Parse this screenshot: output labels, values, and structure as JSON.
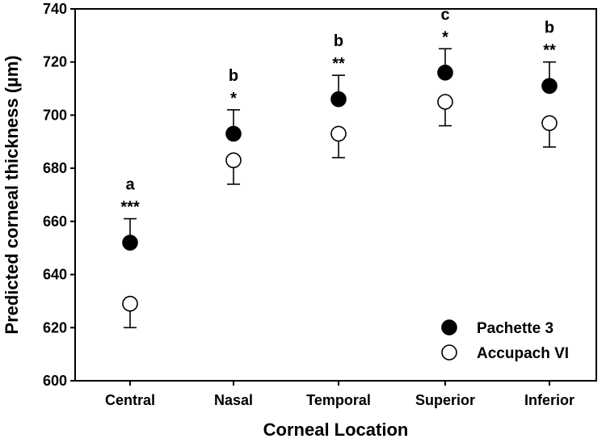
{
  "chart_data": {
    "type": "scatter",
    "xlabel": "Corneal Location",
    "ylabel": "Predicted corneal thickness (µm)",
    "ylim": [
      600,
      740
    ],
    "yticks": [
      600,
      620,
      640,
      660,
      680,
      700,
      720,
      740
    ],
    "categories": [
      "Central",
      "Nasal",
      "Temporal",
      "Superior",
      "Inferior"
    ],
    "grid": false,
    "legend_position": "bottom-right",
    "series": [
      {
        "name": "Pachette 3",
        "marker": "filled-circle",
        "color": "#000000",
        "values": [
          652,
          693,
          706,
          716,
          711
        ],
        "error_upper": [
          661,
          702,
          715,
          725,
          720
        ]
      },
      {
        "name": "Accupach VI",
        "marker": "open-circle",
        "color": "#000000",
        "values": [
          629,
          683,
          693,
          705,
          697
        ],
        "error_lower": [
          620,
          674,
          684,
          696,
          688
        ]
      }
    ],
    "annotations": [
      {
        "category": "Central",
        "letter": "a",
        "stars": "***"
      },
      {
        "category": "Nasal",
        "letter": "b",
        "stars": "*"
      },
      {
        "category": "Temporal",
        "letter": "b",
        "stars": "**"
      },
      {
        "category": "Superior",
        "letter": "c",
        "stars": "*"
      },
      {
        "category": "Inferior",
        "letter": "b",
        "stars": "**"
      }
    ]
  }
}
